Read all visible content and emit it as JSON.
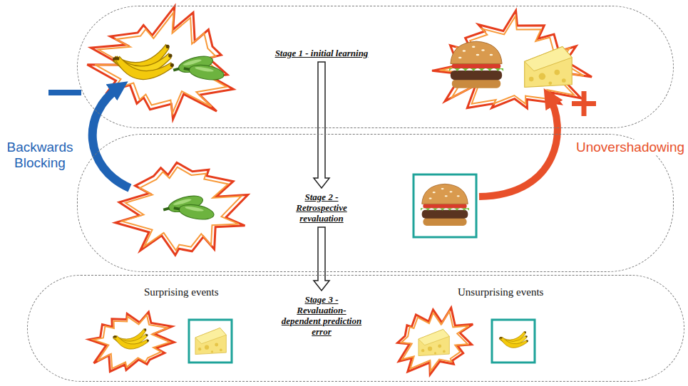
{
  "diagram": {
    "nodes": [
      {
        "text": [
          "Stage 1 - initial learning"
        ]
      },
      {
        "text": [
          "Stage 2 - Retrospective revaluation"
        ]
      },
      {
        "text": [
          "Stage 3 - Revaluation-dependent prediction error"
        ]
      }
    ],
    "edges": [
      {
        "from": 0,
        "to": 1,
        "arrow": "to"
      },
      {
        "from": 1,
        "to": 2,
        "arrow": "to"
      }
    ],
    "labels": [
      "Backwards Blocking",
      "Unovershadowing",
      "Surprising events",
      "Unsurprising events"
    ]
  }
}
